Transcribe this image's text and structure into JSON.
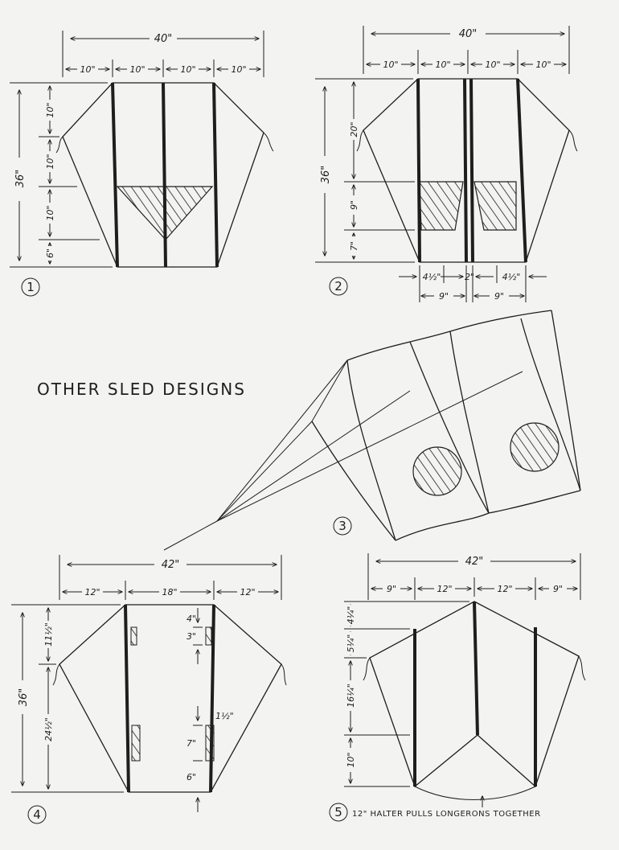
{
  "title": "OTHER SLED DESIGNS",
  "designs": [
    {
      "number": "1",
      "width_total": "40\"",
      "width_segments": [
        "10\"",
        "10\"",
        "10\"",
        "10\""
      ],
      "height_total": "36\"",
      "height_segments": [
        "10\"",
        "10\"",
        "10\"",
        "6\""
      ]
    },
    {
      "number": "2",
      "width_total": "40\"",
      "width_segments": [
        "10\"",
        "10\"",
        "10\"",
        "10\""
      ],
      "height_total": "36\"",
      "height_segments": [
        "20\"",
        "9\"",
        "7\""
      ],
      "bottom_dims": [
        "4½\"",
        "2\"",
        "4½\"",
        "9\"",
        "9\""
      ]
    },
    {
      "number": "3"
    },
    {
      "number": "4",
      "width_total": "42\"",
      "width_segments": [
        "12\"",
        "18\"",
        "12\""
      ],
      "height_total": "36\"",
      "height_segments": [
        "11½\"",
        "24½\""
      ],
      "vent_dims": [
        "4\"",
        "3\"",
        "1½\"",
        "7\"",
        "6\""
      ]
    },
    {
      "number": "5",
      "width_total": "42\"",
      "width_segments": [
        "9\"",
        "12\"",
        "12\"",
        "9\""
      ],
      "height_segments": [
        "4¼\"",
        "5¼\"",
        "16¼\"",
        "10\""
      ],
      "caption": "12\" HALTER PULLS LONGERONS TOGETHER"
    }
  ]
}
